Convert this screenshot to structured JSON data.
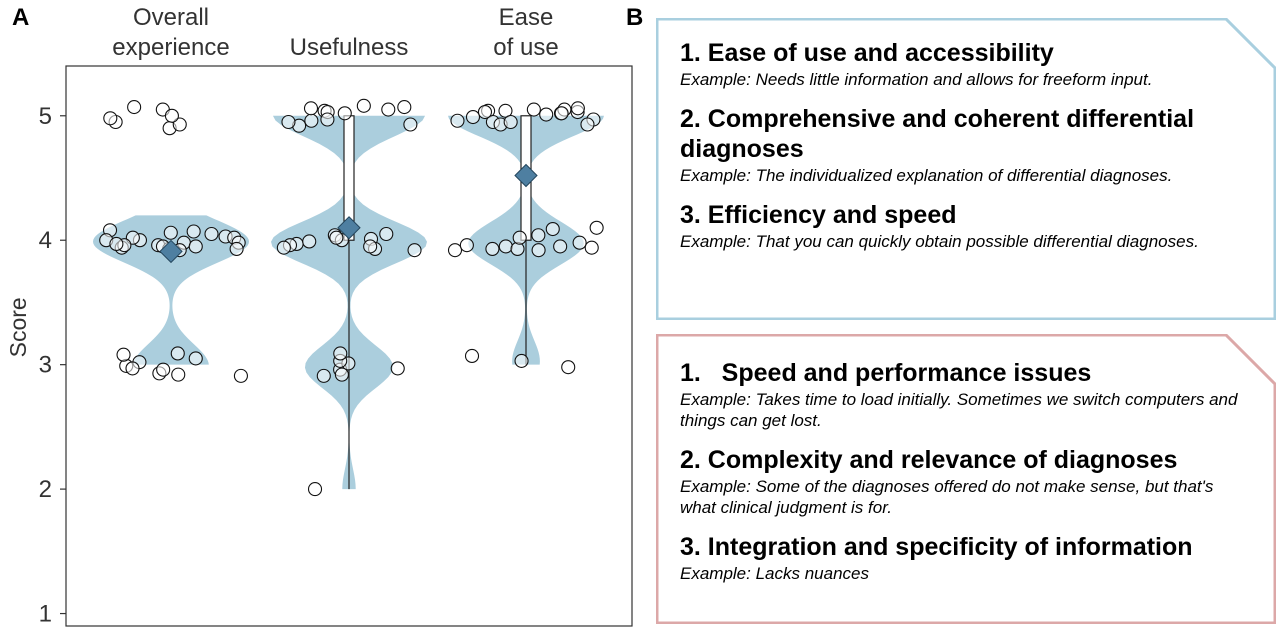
{
  "panel_a_label": "A",
  "panel_b_label": "B",
  "chart_data": {
    "type": "violin",
    "categories": [
      "Overall\nexperience",
      "Usefulness",
      "Ease\nof use"
    ],
    "ylabel": "Score",
    "ylim": [
      0.9,
      5.4
    ],
    "yticks": [
      1,
      2,
      3,
      4,
      5
    ],
    "grid": false,
    "violin_color": "#abcedd",
    "mean_marker_color": "#4e7fa1",
    "series": [
      {
        "category": "Overall\nexperience",
        "mean": 3.91,
        "box": null,
        "violin_range": [
          3.0,
          4.2
        ],
        "points": [
          4.9,
          4.93,
          4.95,
          5.07,
          5.05,
          5.0,
          4.98,
          4.03,
          3.98,
          3.96,
          4.0,
          4.05,
          4.07,
          4.08,
          4.06,
          4.02,
          3.95,
          3.94,
          3.92,
          3.93,
          3.96,
          4.0,
          4.02,
          3.98,
          3.97,
          3.95,
          3.93,
          2.99,
          2.93,
          2.92,
          3.05,
          3.02,
          3.08,
          2.91,
          2.96,
          2.97,
          3.09
        ]
      },
      {
        "category": "Usefulness",
        "mean": 4.1,
        "box": {
          "q1": 4.0,
          "q3": 5.0
        },
        "whiskers": [
          2.0,
          5.0
        ],
        "violin_range": [
          2.0,
          5.0
        ],
        "points": [
          5.04,
          4.92,
          5.05,
          5.03,
          4.97,
          4.95,
          4.93,
          4.96,
          5.07,
          5.02,
          5.06,
          5.08,
          4.04,
          4.05,
          4.01,
          3.97,
          3.99,
          4.0,
          3.96,
          3.94,
          4.02,
          3.93,
          3.95,
          3.92,
          2.91,
          2.96,
          3.01,
          3.03,
          2.97,
          2.92,
          3.09,
          2.0
        ]
      },
      {
        "category": "Ease\nof use",
        "mean": 4.52,
        "box": {
          "q1": 4.0,
          "q3": 5.0
        },
        "whiskers": [
          3.0,
          5.0
        ],
        "violin_range": [
          3.0,
          5.0
        ],
        "points": [
          5.04,
          5.02,
          4.99,
          4.95,
          5.05,
          5.03,
          4.97,
          4.93,
          5.06,
          5.02,
          5.01,
          5.05,
          4.96,
          4.93,
          5.04,
          5.03,
          4.95,
          4.09,
          3.95,
          3.93,
          3.94,
          3.92,
          3.95,
          4.04,
          3.93,
          3.96,
          4.1,
          4.02,
          3.98,
          3.92,
          3.03,
          3.07,
          2.98
        ]
      }
    ]
  },
  "positive_box": {
    "border_color": "#a9cfdf",
    "items": [
      {
        "title": "1. Ease of use and accessibility",
        "example": "Example: Needs little information and allows for freeform input."
      },
      {
        "title": "2. Comprehensive and coherent differential diagnoses",
        "example": "Example: The individualized explanation of differential diagnoses."
      },
      {
        "title": "3. Efficiency and speed",
        "example": "Example: That you can quickly obtain possible differential diagnoses."
      }
    ]
  },
  "negative_box": {
    "border_color": "#dca8a8",
    "items": [
      {
        "title": "1.   Speed and performance issues",
        "example": "Example: Takes time to load initially. Sometimes we switch computers and things can get lost."
      },
      {
        "title": "2. Complexity and relevance of diagnoses",
        "example": "Example: Some of the diagnoses offered do not make sense, but that's what clinical judgment is for."
      },
      {
        "title": "3. Integration and specificity of information",
        "example": "Example: Lacks nuances"
      }
    ]
  }
}
